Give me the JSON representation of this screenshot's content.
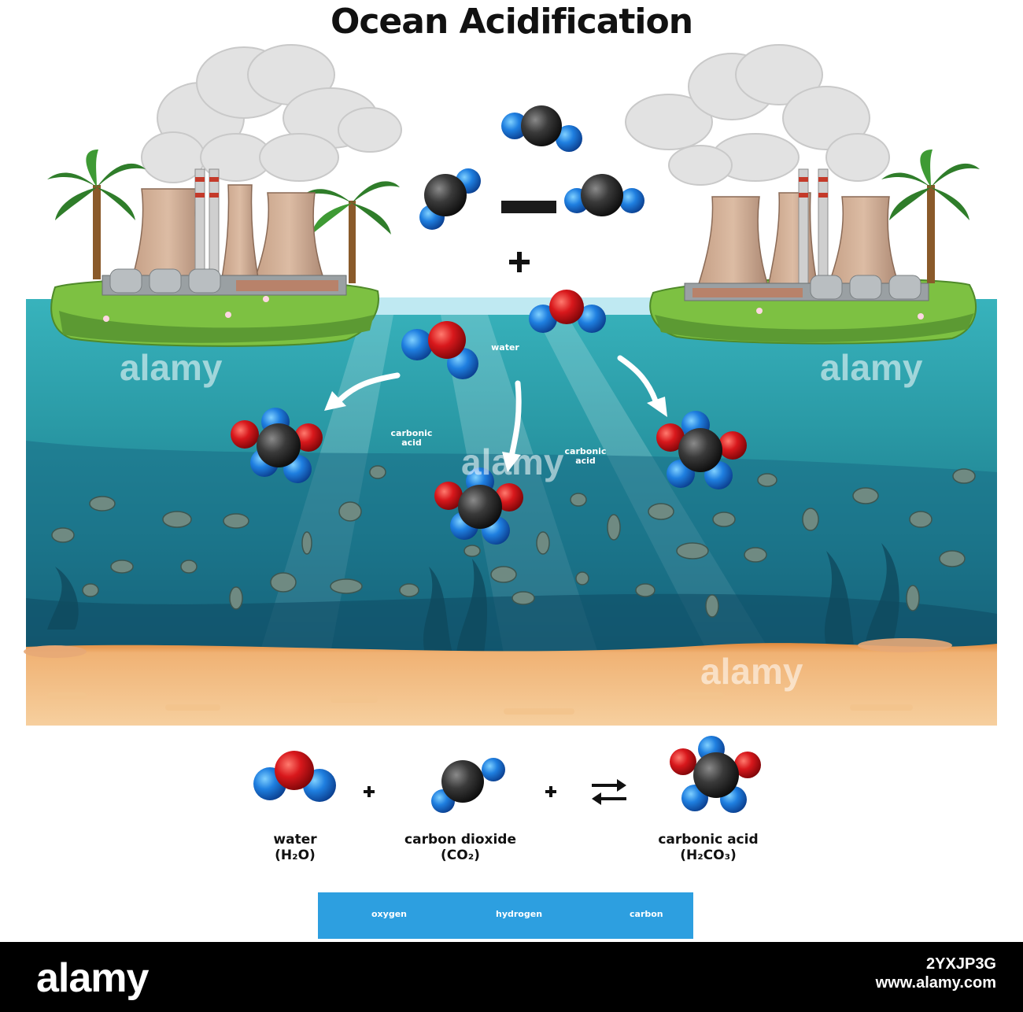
{
  "title": "Ocean Acidification",
  "molecule_labels": {
    "water": "water",
    "carbonic_acid_left": "carbonic acid",
    "carbonic_acid_right": "carbonic acid"
  },
  "equation": {
    "plus": "+",
    "water_name": "water",
    "water_formula": "(H₂O)",
    "co2_name": "carbon dioxide",
    "co2_formula": "(CO₂)",
    "acid_name": "carbonic acid",
    "acid_formula": "(H₂CO₃)",
    "equilibrium_symbol": "⇄"
  },
  "legend": {
    "oxygen": "oxygen",
    "hydrogen": "hydrogen",
    "carbon": "carbon"
  },
  "colors": {
    "oxygen_atom": "#1f7fe0",
    "hydrogen_atom": "#d8181c",
    "carbon_atom": "#2b2b2b",
    "sea": "#2aa0a8",
    "deep_sea": "#1c6f86",
    "sand": "#f1c38a",
    "grass": "#67b13d",
    "legend_bg": "#2d9fe0"
  },
  "watermark": {
    "brand": "alamy",
    "image_id": "2YXJP3G",
    "url": "www.alamy.com"
  }
}
